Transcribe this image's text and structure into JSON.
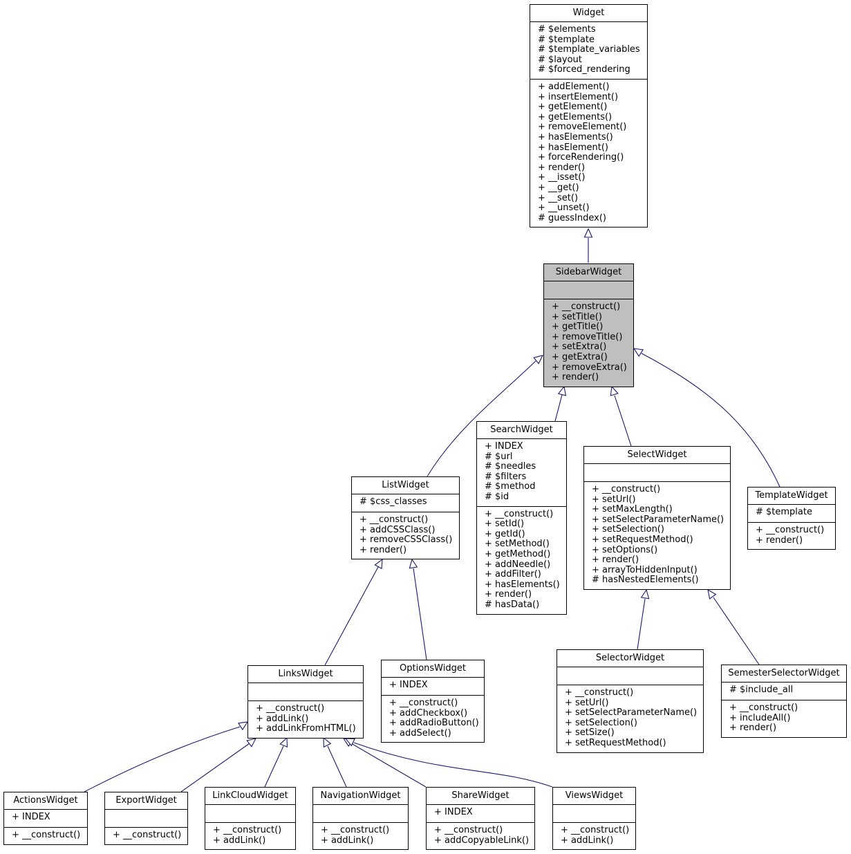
{
  "diagram": {
    "classes": [
      {
        "id": "widget",
        "name": "Widget",
        "highlighted": false,
        "attributes": [
          "# $elements",
          "# $template",
          "# $template_variables",
          "# $layout",
          "# $forced_rendering"
        ],
        "methods": [
          "+ addElement()",
          "+ insertElement()",
          "+ getElement()",
          "+ getElements()",
          "+ removeElement()",
          "+ hasElements()",
          "+ hasElement()",
          "+ forceRendering()",
          "+ render()",
          "+ __isset()",
          "+ __get()",
          "+ __set()",
          "+ __unset()",
          "# guessIndex()"
        ]
      },
      {
        "id": "sidebar",
        "name": "SidebarWidget",
        "highlighted": true,
        "attributes": [],
        "methods": [
          "+ __construct()",
          "+ setTitle()",
          "+ getTitle()",
          "+ removeTitle()",
          "+ setExtra()",
          "+ getExtra()",
          "+ removeExtra()",
          "+ render()"
        ]
      },
      {
        "id": "list",
        "name": "ListWidget",
        "highlighted": false,
        "attributes": [
          "# $css_classes"
        ],
        "methods": [
          "+ __construct()",
          "+ addCSSClass()",
          "+ removeCSSClass()",
          "+ render()"
        ]
      },
      {
        "id": "search",
        "name": "SearchWidget",
        "highlighted": false,
        "attributes": [
          "+ INDEX",
          "# $url",
          "# $needles",
          "# $filters",
          "# $method",
          "# $id"
        ],
        "methods": [
          "+ __construct()",
          "+ setId()",
          "+ getId()",
          "+ setMethod()",
          "+ getMethod()",
          "+ addNeedle()",
          "+ addFilter()",
          "+ hasElements()",
          "+ render()",
          "# hasData()"
        ]
      },
      {
        "id": "select",
        "name": "SelectWidget",
        "highlighted": false,
        "attributes": [],
        "methods": [
          "+ __construct()",
          "+ setUrl()",
          "+ setMaxLength()",
          "+ setSelectParameterName()",
          "+ setSelection()",
          "+ setRequestMethod()",
          "+ setOptions()",
          "+ render()",
          "+ arrayToHiddenInput()",
          "# hasNestedElements()"
        ]
      },
      {
        "id": "template",
        "name": "TemplateWidget",
        "highlighted": false,
        "attributes": [
          "# $template"
        ],
        "methods": [
          "+ __construct()",
          "+ render()"
        ]
      },
      {
        "id": "links",
        "name": "LinksWidget",
        "highlighted": false,
        "attributes": [],
        "methods": [
          "+ __construct()",
          "+ addLink()",
          "+ addLinkFromHTML()"
        ]
      },
      {
        "id": "options",
        "name": "OptionsWidget",
        "highlighted": false,
        "attributes": [
          "+ INDEX"
        ],
        "methods": [
          "+ __construct()",
          "+ addCheckbox()",
          "+ addRadioButton()",
          "+ addSelect()"
        ]
      },
      {
        "id": "selector",
        "name": "SelectorWidget",
        "highlighted": false,
        "attributes": [],
        "methods": [
          "+ __construct()",
          "+ setUrl()",
          "+ setSelectParameterName()",
          "+ setSelection()",
          "+ setSize()",
          "+ setRequestMethod()"
        ]
      },
      {
        "id": "semester",
        "name": "SemesterSelectorWidget",
        "highlighted": false,
        "attributes": [
          "# $include_all"
        ],
        "methods": [
          "+ __construct()",
          "+ includeAll()",
          "+ render()"
        ]
      },
      {
        "id": "actions",
        "name": "ActionsWidget",
        "highlighted": false,
        "attributes": [
          "+ INDEX"
        ],
        "methods": [
          "+ __construct()"
        ]
      },
      {
        "id": "export",
        "name": "ExportWidget",
        "highlighted": false,
        "attributes": [],
        "methods": [
          "+ __construct()"
        ]
      },
      {
        "id": "linkcloud",
        "name": "LinkCloudWidget",
        "highlighted": false,
        "attributes": [],
        "methods": [
          "+ __construct()",
          "+ addLink()"
        ]
      },
      {
        "id": "navigation",
        "name": "NavigationWidget",
        "highlighted": false,
        "attributes": [],
        "methods": [
          "+ __construct()",
          "+ addLink()"
        ]
      },
      {
        "id": "share",
        "name": "ShareWidget",
        "highlighted": false,
        "attributes": [
          "+ INDEX"
        ],
        "methods": [
          "+ __construct()",
          "+ addCopyableLink()"
        ]
      },
      {
        "id": "views",
        "name": "ViewsWidget",
        "highlighted": false,
        "attributes": [],
        "methods": [
          "+ __construct()",
          "+ addLink()"
        ]
      }
    ],
    "inheritance": [
      {
        "child": "sidebar",
        "parent": "widget"
      },
      {
        "child": "list",
        "parent": "sidebar"
      },
      {
        "child": "search",
        "parent": "sidebar"
      },
      {
        "child": "select",
        "parent": "sidebar"
      },
      {
        "child": "template",
        "parent": "sidebar"
      },
      {
        "child": "links",
        "parent": "list"
      },
      {
        "child": "options",
        "parent": "list"
      },
      {
        "child": "selector",
        "parent": "select"
      },
      {
        "child": "semester",
        "parent": "select"
      },
      {
        "child": "actions",
        "parent": "links"
      },
      {
        "child": "export",
        "parent": "links"
      },
      {
        "child": "linkcloud",
        "parent": "links"
      },
      {
        "child": "navigation",
        "parent": "links"
      },
      {
        "child": "share",
        "parent": "links"
      },
      {
        "child": "views",
        "parent": "links"
      }
    ],
    "colors": {
      "edge": "#191970",
      "highlight": "#bfbfbf",
      "border": "#000000",
      "background": "#ffffff"
    }
  }
}
